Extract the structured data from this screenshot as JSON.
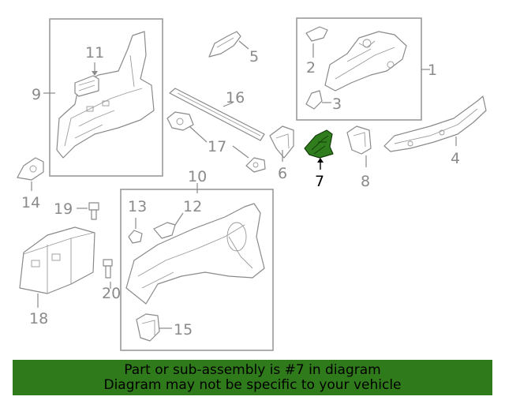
{
  "labels": {
    "l1": "1",
    "l2": "2",
    "l3": "3",
    "l4": "4",
    "l5": "5",
    "l6": "6",
    "l7": "7",
    "l8": "8",
    "l9": "9",
    "l10": "10",
    "l11": "11",
    "l12": "12",
    "l13": "13",
    "l14": "14",
    "l15": "15",
    "l16": "16",
    "l17": "17",
    "l18": "18",
    "l19": "19",
    "l20": "20"
  },
  "highlighted_part": "7",
  "colors": {
    "highlight": "#2f7d1c",
    "banner": "#2f7a1a",
    "line": "#8a8a8a"
  },
  "banner": {
    "line1": "Part or sub-assembly is #7 in diagram",
    "line2": "Diagram may not be specific to your vehicle"
  }
}
